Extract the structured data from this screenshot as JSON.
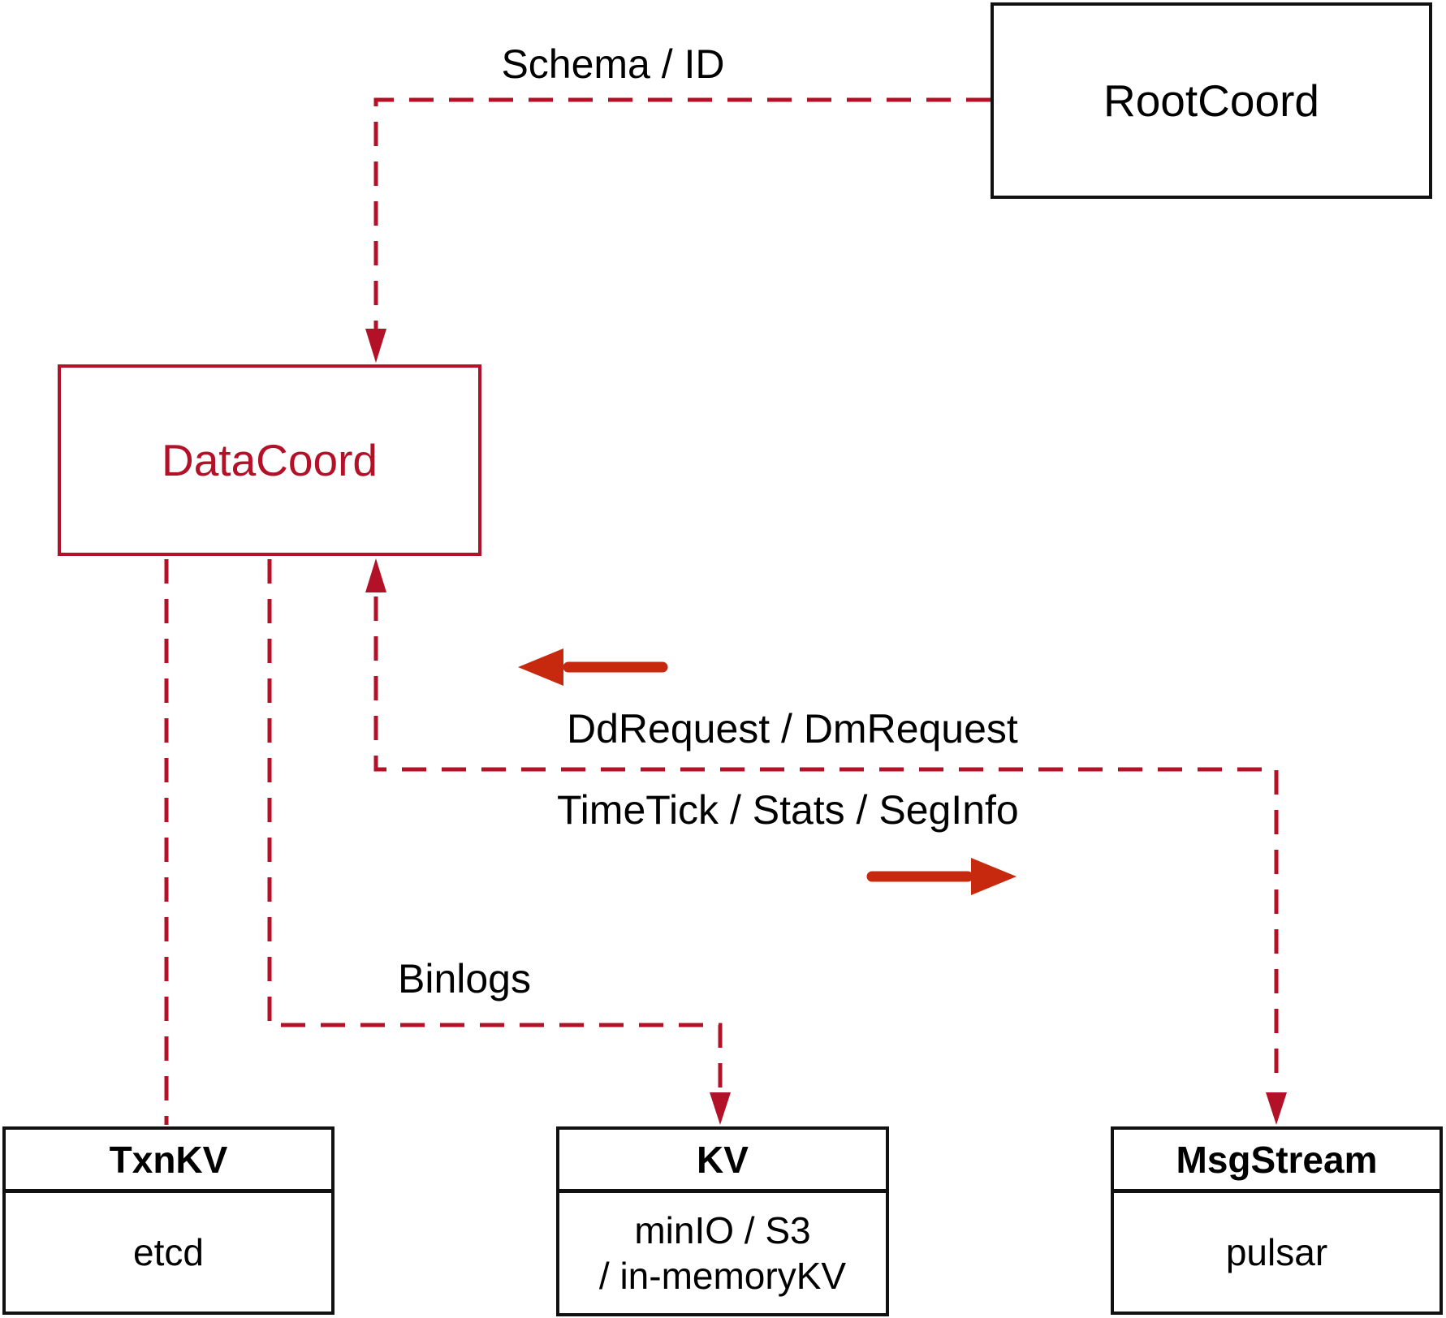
{
  "diagram": {
    "nodes": {
      "rootcoord": {
        "label": "RootCoord"
      },
      "datacoord": {
        "label": "DataCoord"
      },
      "txnkv": {
        "title": "TxnKV",
        "body": "etcd"
      },
      "kv": {
        "title": "KV",
        "body_line1": "minIO / S3",
        "body_line2": "/ in-memoryKV"
      },
      "msgstream": {
        "title": "MsgStream",
        "body": "pulsar"
      }
    },
    "edges": {
      "schema_id": {
        "label": "Schema / ID"
      },
      "dd_request": {
        "label": "DdRequest / DmRequest"
      },
      "time_tick": {
        "label": "TimeTick / Stats / SegInfo"
      },
      "binlogs": {
        "label": "Binlogs"
      }
    },
    "colors": {
      "connector_crimson": "#b31128",
      "arrow_red": "#c7290f",
      "node_border_black": "#111111",
      "background": "#ffffff"
    }
  }
}
